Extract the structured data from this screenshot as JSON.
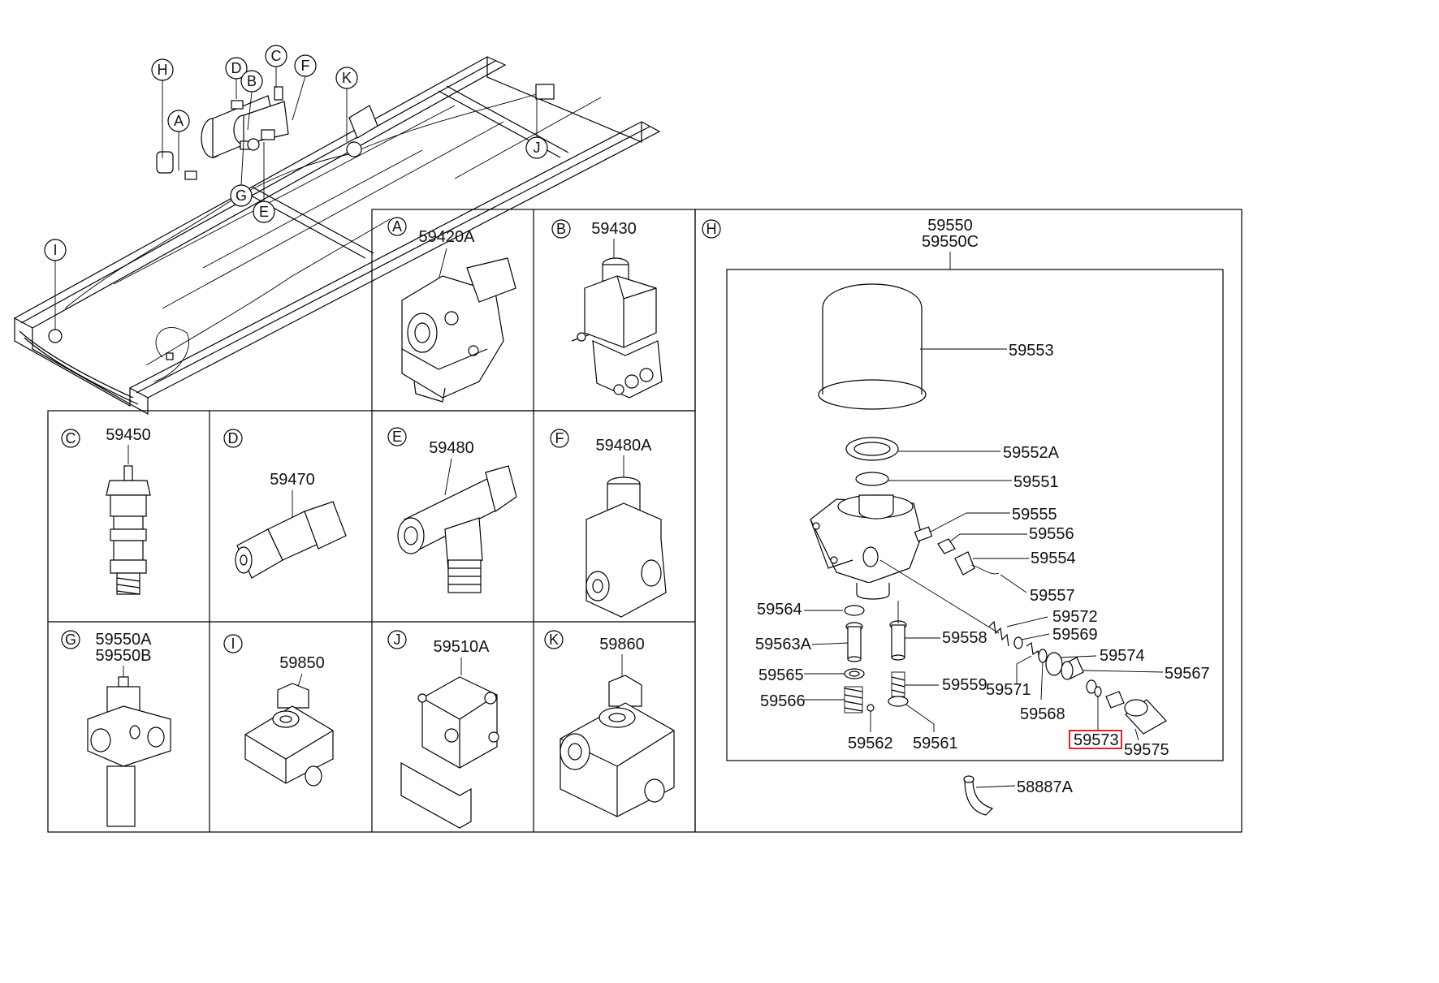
{
  "highlight_color": "#e8202a",
  "overview": {
    "callouts": [
      "H",
      "D",
      "C",
      "B",
      "F",
      "A",
      "K",
      "J",
      "G",
      "E",
      "I"
    ]
  },
  "panels": {
    "A": {
      "letter": "A",
      "part": "59420A"
    },
    "B": {
      "letter": "B",
      "part": "59430"
    },
    "C": {
      "letter": "C",
      "part": "59450"
    },
    "D": {
      "letter": "D",
      "part": "59470"
    },
    "E": {
      "letter": "E",
      "part": "59480"
    },
    "F": {
      "letter": "F",
      "part": "59480A"
    },
    "G": {
      "letter": "G",
      "part1": "59550A",
      "part2": "59550B"
    },
    "I": {
      "letter": "I",
      "part": "59850"
    },
    "J": {
      "letter": "J",
      "part": "59510A"
    },
    "K": {
      "letter": "K",
      "part": "59860"
    }
  },
  "panel_h": {
    "letter": "H",
    "assembly1": "59550",
    "assembly2": "59550C",
    "parts": {
      "p59553": "59553",
      "p59552A": "59552A",
      "p59551": "59551",
      "p59555": "59555",
      "p59556": "59556",
      "p59554": "59554",
      "p59557": "59557",
      "p59572": "59572",
      "p59569": "59569",
      "p59574": "59574",
      "p59567": "59567",
      "p59571": "59571",
      "p59568": "59568",
      "p59558": "59558",
      "p59564": "59564",
      "p59563A": "59563A",
      "p59565": "59565",
      "p59566": "59566",
      "p59559": "59559",
      "p59562": "59562",
      "p59561": "59561",
      "p59573": "59573",
      "p59575": "59575",
      "p58887A": "58887A"
    }
  }
}
